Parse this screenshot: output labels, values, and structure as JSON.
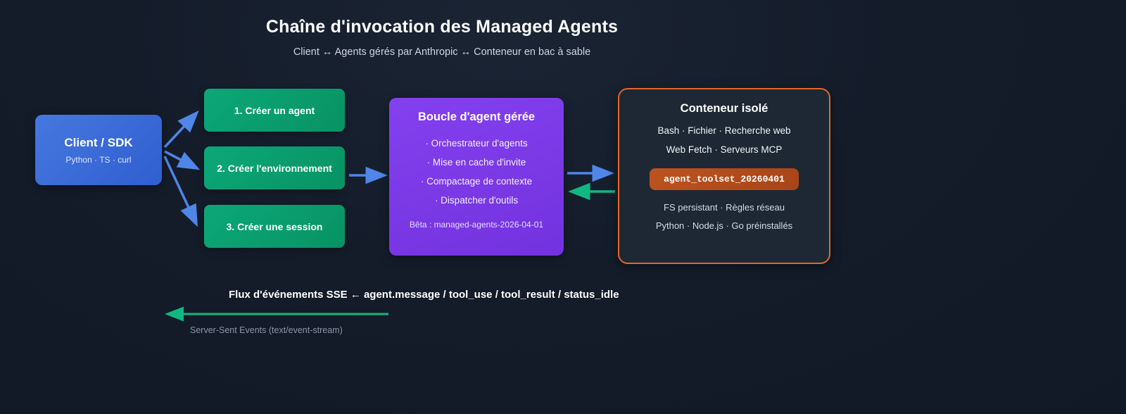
{
  "header": {
    "title": "Chaîne d'invocation des Managed Agents",
    "subtitle": "Client ↔ Agents gérés par Anthropic ↔ Conteneur en bac à sable"
  },
  "client": {
    "title": "Client / SDK",
    "subtitle": "Python · TS · curl"
  },
  "steps": [
    {
      "label": "1. Créer un agent"
    },
    {
      "label": "2. Créer l'environnement"
    },
    {
      "label": "3. Créer une session"
    }
  ],
  "agent_loop": {
    "title": "Boucle d'agent gérée",
    "items": [
      "· Orchestrateur d'agents",
      "· Mise en cache d'invite",
      "· Compactage de contexte",
      "· Dispatcher d'outils"
    ],
    "beta": "Bêta : managed-agents-2026-04-01"
  },
  "container": {
    "title": "Conteneur isolé",
    "tools_line1": "Bash · Fichier · Recherche web",
    "tools_line2": "Web Fetch · Serveurs MCP",
    "badge": "agent_toolset_20260401",
    "features_line1": "FS persistant · Règles réseau",
    "features_line2": "Python · Node.js · Go préinstallés"
  },
  "sse": {
    "label": "Flux d'événements SSE ← agent.message / tool_use / tool_result / status_idle",
    "caption": "Server-Sent Events (text/event-stream)"
  },
  "colors": {
    "background": "#141c2a",
    "client_blue": "#3b6bd8",
    "step_green": "#0aa06e",
    "loop_purple": "#7c3aed",
    "container_border_orange": "#e4662b",
    "badge_orange": "#b44d1e",
    "arrow_blue": "#4f86e8",
    "arrow_green": "#10b981"
  }
}
